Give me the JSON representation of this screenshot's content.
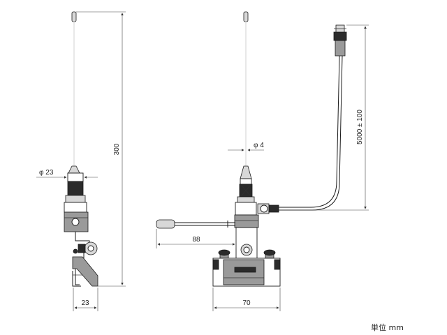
{
  "dimensions": {
    "left_height": "300",
    "left_diameter": "φ 23",
    "left_width": "23",
    "rod_diameter": "φ 4",
    "arm_length": "88",
    "base_width": "70",
    "cable_length": "5000 ± 100"
  },
  "unit_label": "単位 mm"
}
